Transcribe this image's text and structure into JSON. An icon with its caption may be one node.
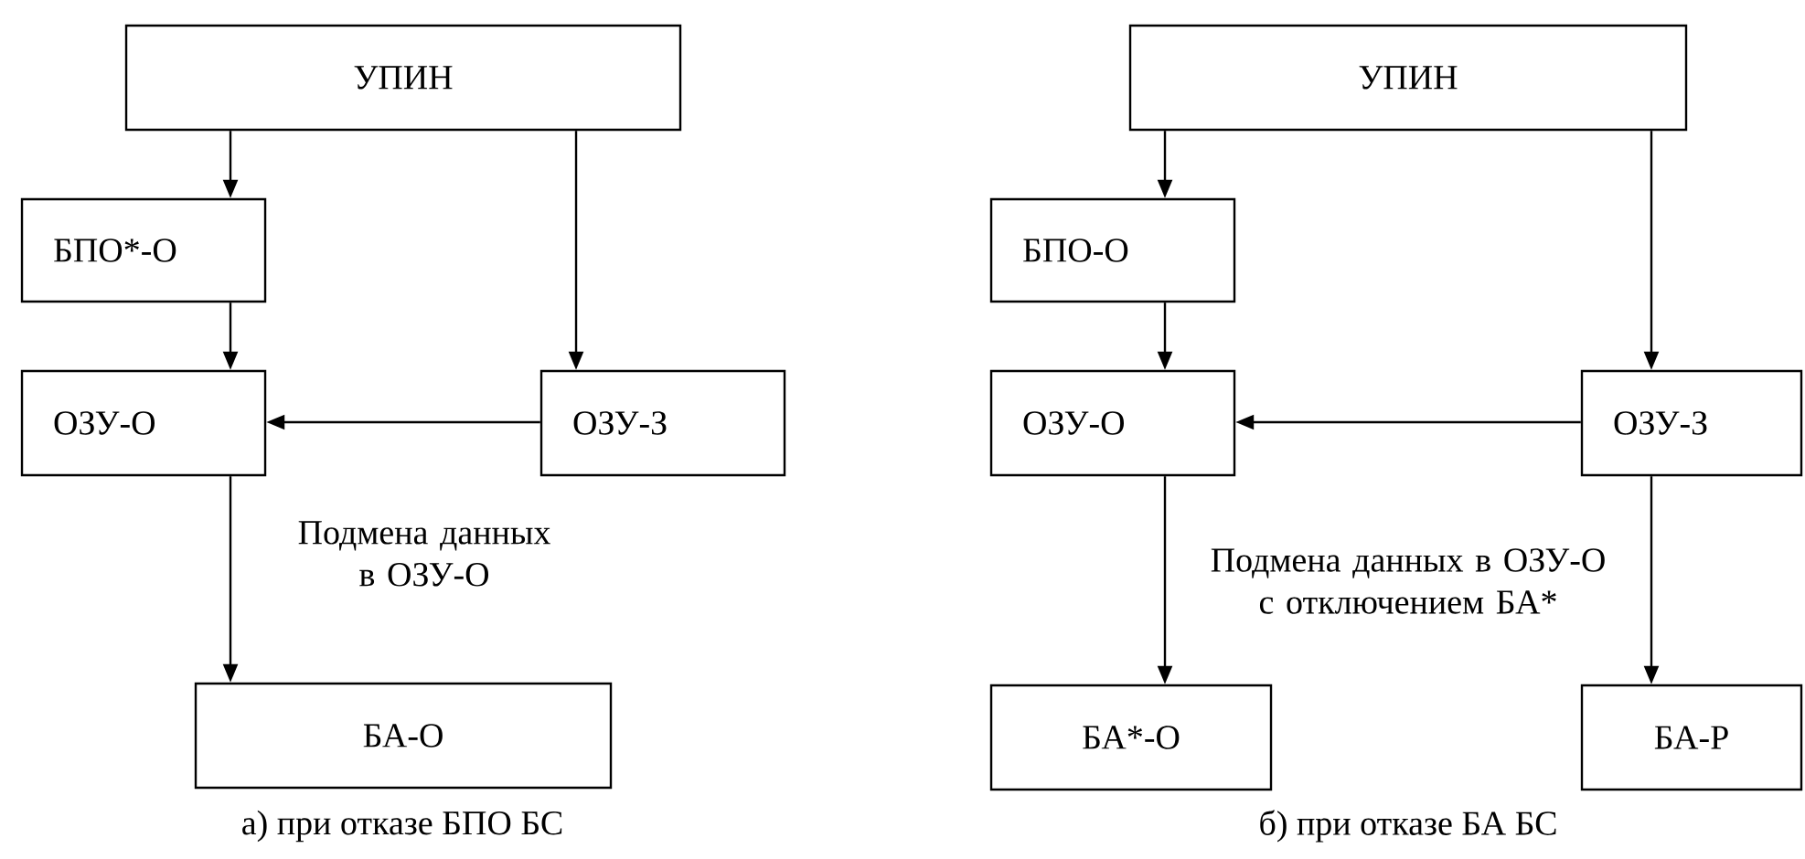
{
  "diagram": {
    "nodes": [
      {
        "text": [
          "УПИН"
        ]
      },
      {
        "text": [
          "БПО*-О"
        ]
      },
      {
        "text": [
          "ОЗУ-О"
        ]
      },
      {
        "text": [
          "ОЗУ-З"
        ]
      },
      {
        "text": [
          "БА-О"
        ]
      },
      {
        "text": [
          "УПИН"
        ]
      },
      {
        "text": [
          "БПО-О"
        ]
      },
      {
        "text": [
          "ОЗУ-О"
        ]
      },
      {
        "text": [
          "ОЗУ-З"
        ]
      },
      {
        "text": [
          "БА*-О"
        ]
      },
      {
        "text": [
          "БА-Р"
        ]
      }
    ],
    "edges": [
      {
        "from": 0,
        "to": 1,
        "arrow": "to"
      },
      {
        "from": 1,
        "to": 2,
        "arrow": "to"
      },
      {
        "from": 0,
        "to": 3,
        "arrow": "to"
      },
      {
        "from": 3,
        "to": 2,
        "arrow": "to"
      },
      {
        "from": 2,
        "to": 4,
        "arrow": "to",
        "label": "Подмена данных в ОЗУ-О"
      },
      {
        "from": 5,
        "to": 6,
        "arrow": "to"
      },
      {
        "from": 6,
        "to": 7,
        "arrow": "to"
      },
      {
        "from": 5,
        "to": 8,
        "arrow": "to"
      },
      {
        "from": 8,
        "to": 7,
        "arrow": "to"
      },
      {
        "from": 7,
        "to": 9,
        "arrow": "to",
        "label": "Подмена данных в ОЗУ-О с отключением БА*"
      },
      {
        "from": 8,
        "to": 10,
        "arrow": "to"
      }
    ],
    "labels": [
      "а) при отказе БПО БС",
      "б) при отказе БА БС"
    ]
  }
}
